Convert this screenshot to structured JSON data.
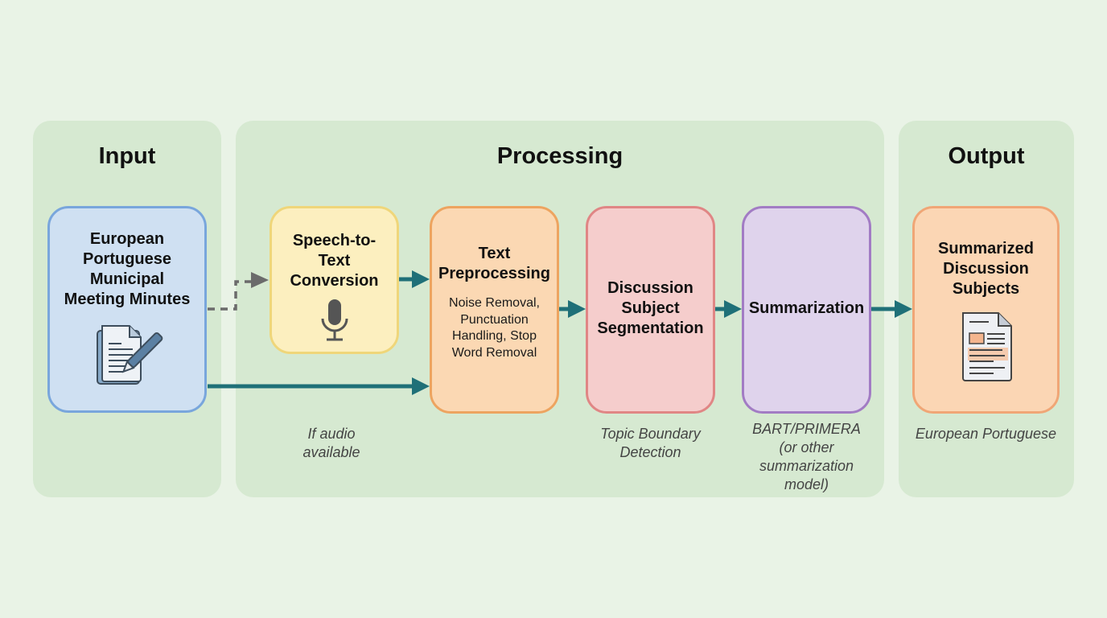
{
  "panels": {
    "input": {
      "title": "Input"
    },
    "processing": {
      "title": "Processing"
    },
    "output": {
      "title": "Output"
    }
  },
  "nodes": {
    "source": {
      "title": "European Portuguese Municipal Meeting Minutes",
      "icon": "document-pen-icon",
      "fill": "#cfe0f2",
      "border": "#79a6dc"
    },
    "speech_to_text": {
      "title": "Speech-to-Text Conversion",
      "icon": "microphone-icon",
      "fill": "#fcefbf",
      "border": "#efd67a",
      "note": "If audio available"
    },
    "preprocessing": {
      "title": "Text Preprocessing",
      "subtitle": "Noise Removal, Punctuation Handling, Stop Word Removal",
      "fill": "#fbd8b3",
      "border": "#eda460"
    },
    "segmentation": {
      "title": "Discussion Subject Segmentation",
      "fill": "#f5cdcc",
      "border": "#e08685",
      "note": "Topic Boundary Detection"
    },
    "summarization": {
      "title": "Summarization",
      "fill": "#dfd3ec",
      "border": "#a27cc4",
      "note": "BART/PRIMERA (or other summarization model)"
    },
    "result": {
      "title": "Summarized Discussion Subjects",
      "icon": "summary-document-icon",
      "fill": "#fbd6b4",
      "border": "#f0a676",
      "note": "European Portuguese"
    }
  },
  "colors": {
    "arrow": "#1f7078",
    "dashed_arrow": "#6b6b6b",
    "background": "#e9f3e6",
    "panel": "#d6e9d1"
  },
  "edges": [
    {
      "from": "source",
      "to": "speech_to_text",
      "style": "dashed"
    },
    {
      "from": "source",
      "to": "preprocessing",
      "style": "solid"
    },
    {
      "from": "speech_to_text",
      "to": "preprocessing",
      "style": "solid"
    },
    {
      "from": "preprocessing",
      "to": "segmentation",
      "style": "solid"
    },
    {
      "from": "segmentation",
      "to": "summarization",
      "style": "solid"
    },
    {
      "from": "summarization",
      "to": "result",
      "style": "solid"
    }
  ]
}
